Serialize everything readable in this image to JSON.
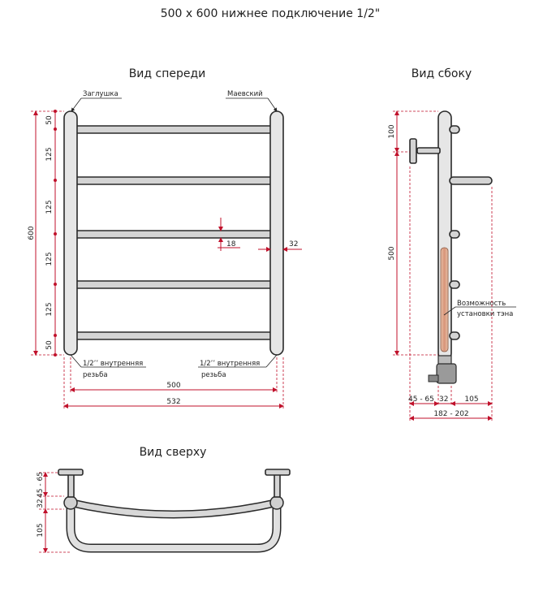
{
  "title": "500 x 600 нижнее подключение 1/2\"",
  "front": {
    "heading": "Вид спереди",
    "label_left": "Заглушка",
    "label_right": "Маевский",
    "height_total": "600",
    "spacings": [
      "50",
      "125",
      "125",
      "125",
      "125",
      "50"
    ],
    "pipe_dia": "18",
    "post_dia": "32",
    "thread_left_line1": "1/2’’ внутренняя",
    "thread_left_line2": "резьба",
    "thread_right_line1": "1/2’’ внутренняя",
    "thread_right_line2": "резьба",
    "width_inner": "500",
    "width_total": "532"
  },
  "side": {
    "heading": "Вид сбоку",
    "dim_top": "100",
    "dim_height": "500",
    "heater_line1": "Возможность",
    "heater_line2": "установки тэна",
    "dim_wall": "45 - 65",
    "dim_post": "32",
    "dim_depth": "105",
    "dim_total": "182 - 202"
  },
  "top": {
    "heading": "Вид сверху",
    "dim_wall": "45 - 65",
    "dim_post": "32",
    "dim_depth": "105"
  }
}
